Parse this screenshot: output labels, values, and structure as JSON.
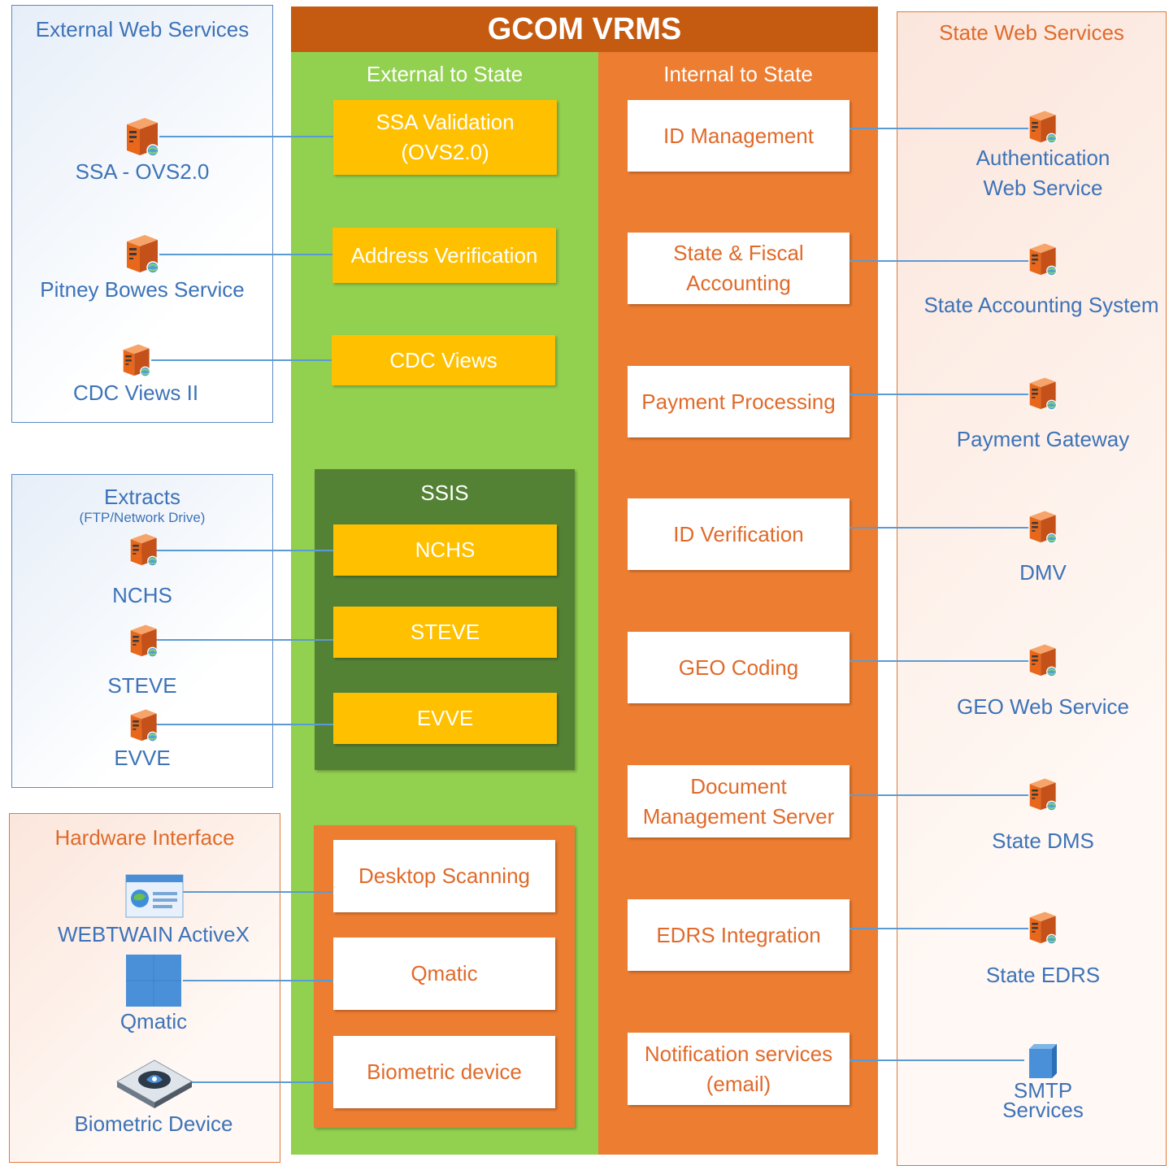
{
  "main_title": "GCOM VRMS",
  "external_panel": {
    "title": "External Web Services",
    "items": [
      "SSA - OVS2.0",
      "Pitney Bowes Service",
      "CDC Views II"
    ]
  },
  "extracts_panel": {
    "title": "Extracts",
    "subtitle": "(FTP/Network Drive)",
    "items": [
      "NCHS",
      "STEVE",
      "EVVE"
    ]
  },
  "hardware_panel": {
    "title": "Hardware Interface",
    "items": [
      "WEBTWAIN ActiveX",
      "Qmatic",
      "Biometric Device"
    ]
  },
  "state_panel": {
    "title": "State Web Services",
    "items": [
      "Authentication\nWeb Service",
      "State Accounting System",
      "Payment Gateway",
      "DMV",
      "GEO Web Service",
      "State DMS",
      "State EDRS",
      "SMTP\nServices"
    ]
  },
  "external_col": {
    "heading": "External to State",
    "boxes": [
      "SSA Validation\n(OVS2.0)",
      "Address Verification",
      "CDC Views"
    ],
    "ssis": {
      "title": "SSIS",
      "boxes": [
        "NCHS",
        "STEVE",
        "EVVE"
      ]
    },
    "hardware_boxes": [
      "Desktop Scanning",
      "Qmatic",
      "Biometric device"
    ]
  },
  "internal_col": {
    "heading": "Internal to State",
    "boxes": [
      "ID Management",
      "State & Fiscal\nAccounting",
      "Payment Processing",
      "ID Verification",
      "GEO Coding",
      "Document\nManagement Server",
      "EDRS Integration",
      "Notification services\n(email)"
    ]
  },
  "colors": {
    "title_bar": "#c55a11",
    "external_col": "#92d050",
    "internal_col": "#ed7d31",
    "ssis_bg": "#548235",
    "box_yellow": "#ffc000",
    "line": "#5b9bd5"
  },
  "icons": {
    "server": "server-icon",
    "web_window": "web-window-icon",
    "cube": "cube-icon",
    "biometric": "biometric-device-icon"
  }
}
